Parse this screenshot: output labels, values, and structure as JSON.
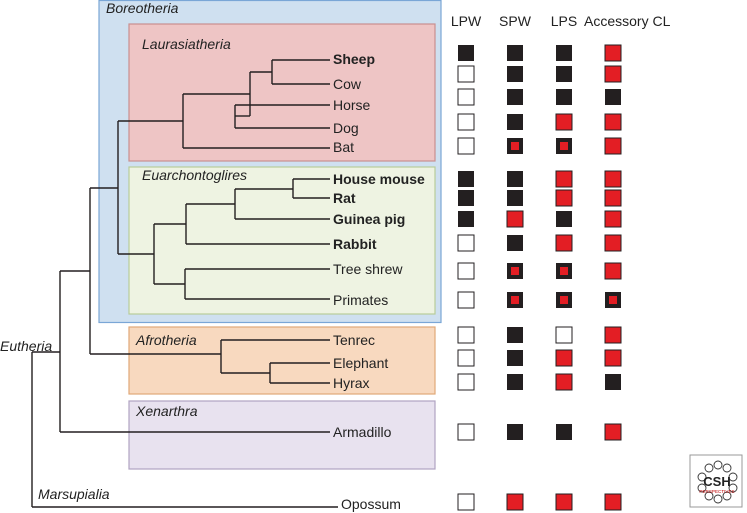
{
  "groups": {
    "boreotheria": "Boreotheria",
    "laurasiatheria": "Laurasiatheria",
    "euarchontoglires": "Euarchontoglires",
    "afrotheria": "Afrotheria",
    "xenarthra": "Xenarthra",
    "eutheria": "Eutheria",
    "marsupialia": "Marsupialia"
  },
  "colors": {
    "boreotheria_fill": "#cfe0f0",
    "boreotheria_stroke": "#7aa6d6",
    "laurasiatheria_fill": "#eec5c5",
    "laurasiatheria_stroke": "#c98f8f",
    "euarchontoglires_fill": "#eef3e2",
    "euarchontoglires_stroke": "#b8cc9a",
    "afrotheria_fill": "#f8d9bf",
    "afrotheria_stroke": "#e0a878",
    "xenarthra_fill": "#e8e2ef",
    "xenarthra_stroke": "#b0a3c2",
    "black_marker": "#231f20",
    "red_marker": "#e31e24",
    "tree_line": "#231f20"
  },
  "columns": [
    "LPW",
    "SPW",
    "LPS",
    "Accessory CL"
  ],
  "taxa": [
    {
      "name": "Sheep",
      "bold": true,
      "traits": [
        "black",
        "black",
        "black",
        "red"
      ]
    },
    {
      "name": "Cow",
      "bold": false,
      "traits": [
        "white",
        "black",
        "black",
        "red"
      ]
    },
    {
      "name": "Horse",
      "bold": false,
      "traits": [
        "white",
        "black",
        "black",
        "black"
      ]
    },
    {
      "name": "Dog",
      "bold": false,
      "traits": [
        "white",
        "black",
        "red",
        "red"
      ]
    },
    {
      "name": "Bat",
      "bold": false,
      "traits": [
        "white",
        "red-black",
        "red-black",
        "red"
      ]
    },
    {
      "name": "House mouse",
      "bold": true,
      "traits": [
        "black",
        "black",
        "red",
        "red"
      ]
    },
    {
      "name": "Rat",
      "bold": true,
      "traits": [
        "black",
        "black",
        "red",
        "red"
      ]
    },
    {
      "name": "Guinea pig",
      "bold": true,
      "traits": [
        "black",
        "red",
        "black",
        "red"
      ]
    },
    {
      "name": "Rabbit",
      "bold": true,
      "traits": [
        "white",
        "black",
        "red",
        "red"
      ]
    },
    {
      "name": "Tree shrew",
      "bold": false,
      "traits": [
        "white",
        "red-black",
        "red-black",
        "red"
      ]
    },
    {
      "name": "Primates",
      "bold": false,
      "traits": [
        "white",
        "red-black",
        "red-black",
        "red-black"
      ]
    },
    {
      "name": "Tenrec",
      "bold": false,
      "traits": [
        "white",
        "black",
        "white",
        "red"
      ]
    },
    {
      "name": "Elephant",
      "bold": false,
      "traits": [
        "white",
        "black",
        "red",
        "red"
      ]
    },
    {
      "name": "Hyrax",
      "bold": false,
      "traits": [
        "white",
        "black",
        "red",
        "black"
      ]
    },
    {
      "name": "Armadillo",
      "bold": false,
      "traits": [
        "white",
        "black",
        "black",
        "red"
      ]
    },
    {
      "name": "Opossum",
      "bold": false,
      "traits": [
        "white",
        "red",
        "red",
        "red"
      ]
    }
  ],
  "logo": {
    "line1": "CSH",
    "line2": "PERSPECTIVES",
    "icon": "csh-perspectives-logo"
  }
}
